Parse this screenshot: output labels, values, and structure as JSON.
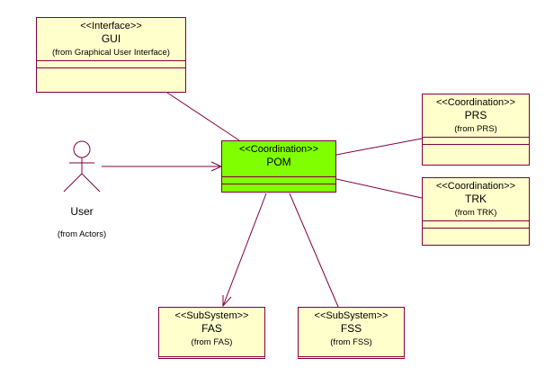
{
  "diagram": {
    "classes": {
      "gui": {
        "stereotype": "<<Interface>>",
        "name": "GUI",
        "from": "(from Graphical User Interface)"
      },
      "pom": {
        "stereotype": "<<Coordination>>",
        "name": "POM"
      },
      "prs": {
        "stereotype": "<<Coordination>>",
        "name": "PRS",
        "from": "(from PRS)"
      },
      "trk": {
        "stereotype": "<<Coordination>>",
        "name": "TRK",
        "from": "(from TRK)"
      },
      "fas": {
        "stereotype": "<<SubSystem>>",
        "name": "FAS",
        "from": "(from FAS)"
      },
      "fss": {
        "stereotype": "<<SubSystem>>",
        "name": "FSS",
        "from": "(from FSS)"
      }
    },
    "actor": {
      "name": "User",
      "from": "(from Actors)"
    },
    "colors": {
      "line": "#800040",
      "class_fill": "#ffffcc",
      "highlight_fill": "#80ff00"
    }
  }
}
